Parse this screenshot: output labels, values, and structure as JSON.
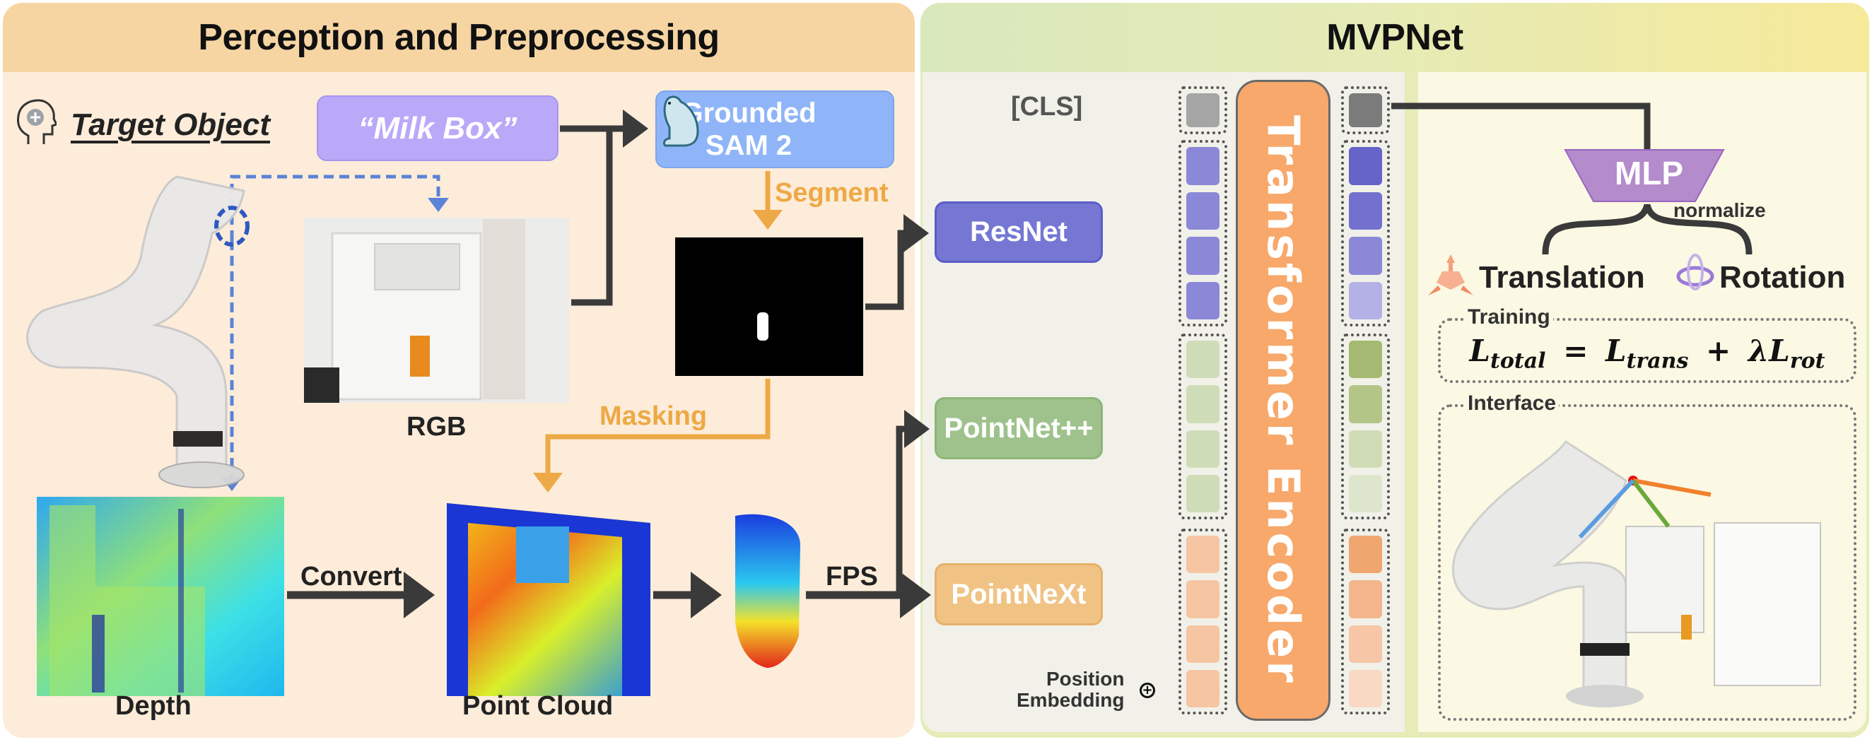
{
  "sections": {
    "left_title": "Perception and Preprocessing",
    "right_title": "MVPNet"
  },
  "perception": {
    "target_object_label": "Target Object",
    "target_icon": "head-brain-icon",
    "prompt_text": "“Milk Box”",
    "segmenter": {
      "line1": "Grounded",
      "line2": "SAM 2",
      "icon": "polar-bear-icon"
    },
    "segment_label": "Segment",
    "masking_label": "Masking",
    "convert_label": "Convert",
    "fps_label": "FPS",
    "rgb_caption": "RGB",
    "depth_caption": "Depth",
    "pointcloud_caption": "Point Cloud"
  },
  "mvpnet": {
    "cls_label": "[CLS]",
    "encoders": [
      {
        "name": "ResNet",
        "color": "#7577d3"
      },
      {
        "name": "PointNet++",
        "color": "#9fc28c"
      },
      {
        "name": "PointNeXt",
        "color": "#f0c385"
      }
    ],
    "position_embedding_label_line1": "Position",
    "position_embedding_label_line2": "Embedding",
    "transformer_label": "Transformer Encoder",
    "input_tokens": {
      "cls": "#a5a5a5",
      "resnet": [
        "#8b88d8",
        "#8b88d8",
        "#8b88d8",
        "#8b88d8"
      ],
      "pointnet": [
        "#cfdcb8",
        "#cfdcb8",
        "#cfdcb8",
        "#cfdcb8"
      ],
      "pointnext": [
        "#f6c5a4",
        "#f6c5a4",
        "#f6c5a4",
        "#f6c5a4"
      ]
    },
    "output_tokens": {
      "cls": "#7b7b7b",
      "resnet": [
        "#6663c9",
        "#7370cf",
        "#8b88d8",
        "#b3b1e6"
      ],
      "pointnet": [
        "#a4ba72",
        "#b3c688",
        "#d0dcb6",
        "#dde6cc"
      ],
      "pointnext": [
        "#f0a66f",
        "#f4b58c",
        "#f6c6a6",
        "#f9d9c3"
      ]
    },
    "head": {
      "mlp_label": "MLP",
      "normalize_label": "normalize",
      "translation_label": "Translation",
      "rotation_label": "Rotation",
      "training_label": "Training",
      "loss_formula": {
        "lhs": "L",
        "lhs_sub": "total",
        "eq": "=",
        "t1": "L",
        "t1_sub": "trans",
        "plus": "+",
        "lambda": "λ",
        "t2": "L",
        "t2_sub": "rot"
      },
      "interface_label": "Interface"
    }
  },
  "colors": {
    "prompt_box": "#b9a9f8",
    "segmenter_box": "#8fb5f8",
    "arrow_dark": "#3a3a3a",
    "arrow_orange": "#eda945",
    "arrow_blue_dashed": "#5b83d6",
    "transformer": "#f7a86a",
    "mlp": "#b48bcb"
  }
}
